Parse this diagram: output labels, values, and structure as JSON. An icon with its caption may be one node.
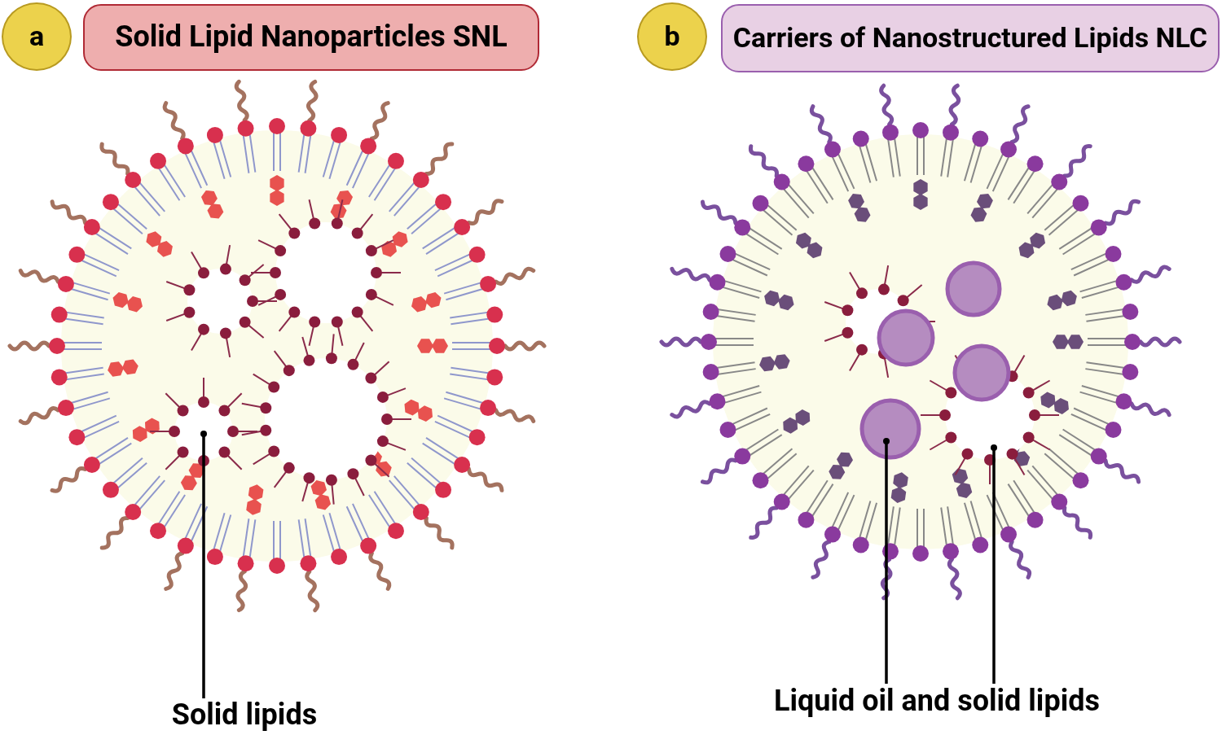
{
  "diagram": {
    "nodes": [
      {
        "text": [
          "a"
        ]
      },
      {
        "text": [
          "Solid Lipid Nanoparticles SNL"
        ]
      },
      {
        "text": [
          "b"
        ]
      },
      {
        "text": [
          "Carriers of Nanostructured Lipids NLC"
        ]
      },
      {
        "text": [
          "Solid lipids"
        ]
      },
      {
        "text": [
          "Liquid oil and solid lipids"
        ]
      }
    ],
    "edges": [
      {
        "from": 4,
        "to": null,
        "arrow": "other"
      },
      {
        "from": 5,
        "to": null,
        "arrow": "other"
      },
      {
        "from": 5,
        "to": null,
        "arrow": "other"
      }
    ]
  }
}
